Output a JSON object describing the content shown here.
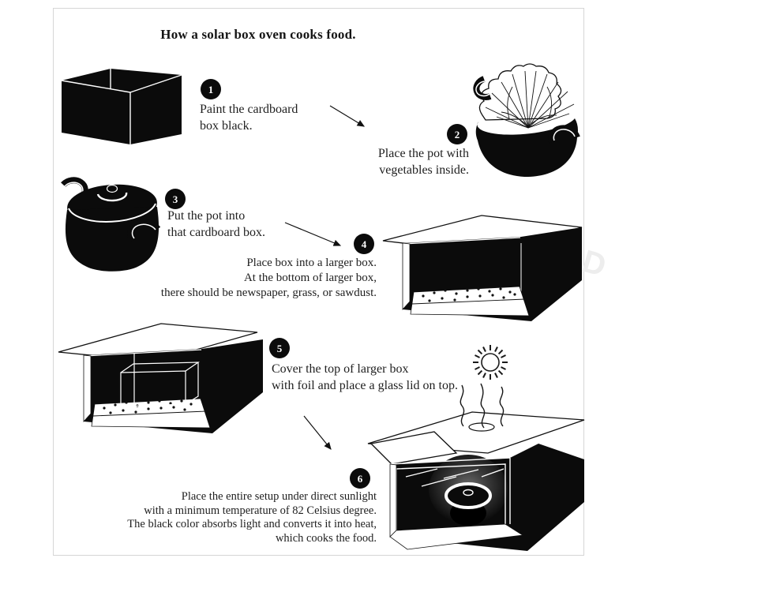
{
  "page": {
    "background": "#ffffff",
    "panel_border": "#d6d6d6",
    "ink_color": "#0b0b0b",
    "watermark_letter": "D"
  },
  "diagram": {
    "title": "How a solar box oven cooks food.",
    "steps": [
      {
        "number": "1",
        "lines": [
          "Paint the cardboard",
          "box black."
        ]
      },
      {
        "number": "2",
        "lines": [
          "Place the pot with",
          "vegetables inside."
        ]
      },
      {
        "number": "3",
        "lines": [
          "Put the pot into",
          "that cardboard box."
        ]
      },
      {
        "number": "4",
        "lines": [
          "Place box into a larger box.",
          "At the bottom of larger box,",
          "there should be newspaper, grass, or sawdust."
        ]
      },
      {
        "number": "5",
        "lines": [
          "Cover the top of larger box",
          "with foil and place a glass lid on top."
        ]
      },
      {
        "number": "6",
        "lines": [
          "Place the entire setup under direct sunlight",
          "with a minimum temperature of 82 Celsius degree.",
          "The black color absorbs light and converts it into heat,",
          "which cooks the food."
        ]
      }
    ]
  }
}
